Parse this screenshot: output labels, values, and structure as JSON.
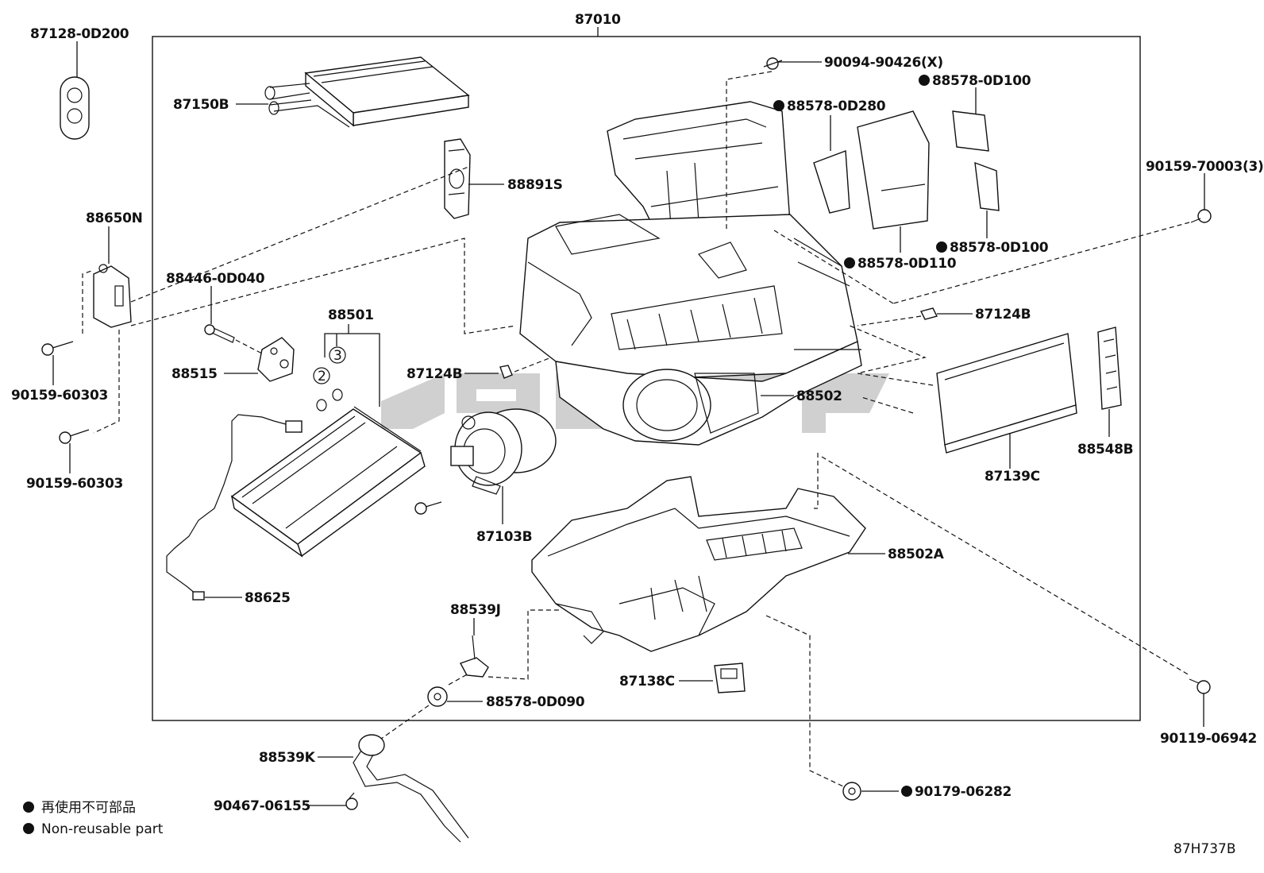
{
  "assembly": {
    "number": "87010"
  },
  "labels": {
    "p87128": "87128-0D200",
    "p87150B": "87150B",
    "p88891S": "88891S",
    "p88650N": "88650N",
    "p88446": "88446-0D040",
    "p88501": "88501",
    "p88515": "88515",
    "p87124B_left": "87124B",
    "p90159_60303_a": "90159-60303",
    "p90159_60303_b": "90159-60303",
    "p88625": "88625",
    "p87103B": "87103B",
    "p88502": "88502",
    "p88502A": "88502A",
    "p88539J": "88539J",
    "p88578_0D090": "88578-0D090",
    "p87138C": "87138C",
    "p88539K": "88539K",
    "p90467": "90467-06155",
    "p90094": "90094-90426(X)",
    "p88578_0D100_top": "88578-0D100",
    "p88578_0D280": "88578-0D280",
    "p90159_70003": "90159-70003(3)",
    "p88578_0D100_mid": "88578-0D100",
    "p88578_0D110": "88578-0D110",
    "p87124B_right": "87124B",
    "p87139C": "87139C",
    "p88548B": "88548B",
    "p90119": "90119-06942",
    "p90179": "90179-06282",
    "circle2": "2",
    "circle3": "3"
  },
  "legend": {
    "jp": "再使用不可部品",
    "en": "Non-reusable part"
  },
  "diagram_code": "87H737B"
}
